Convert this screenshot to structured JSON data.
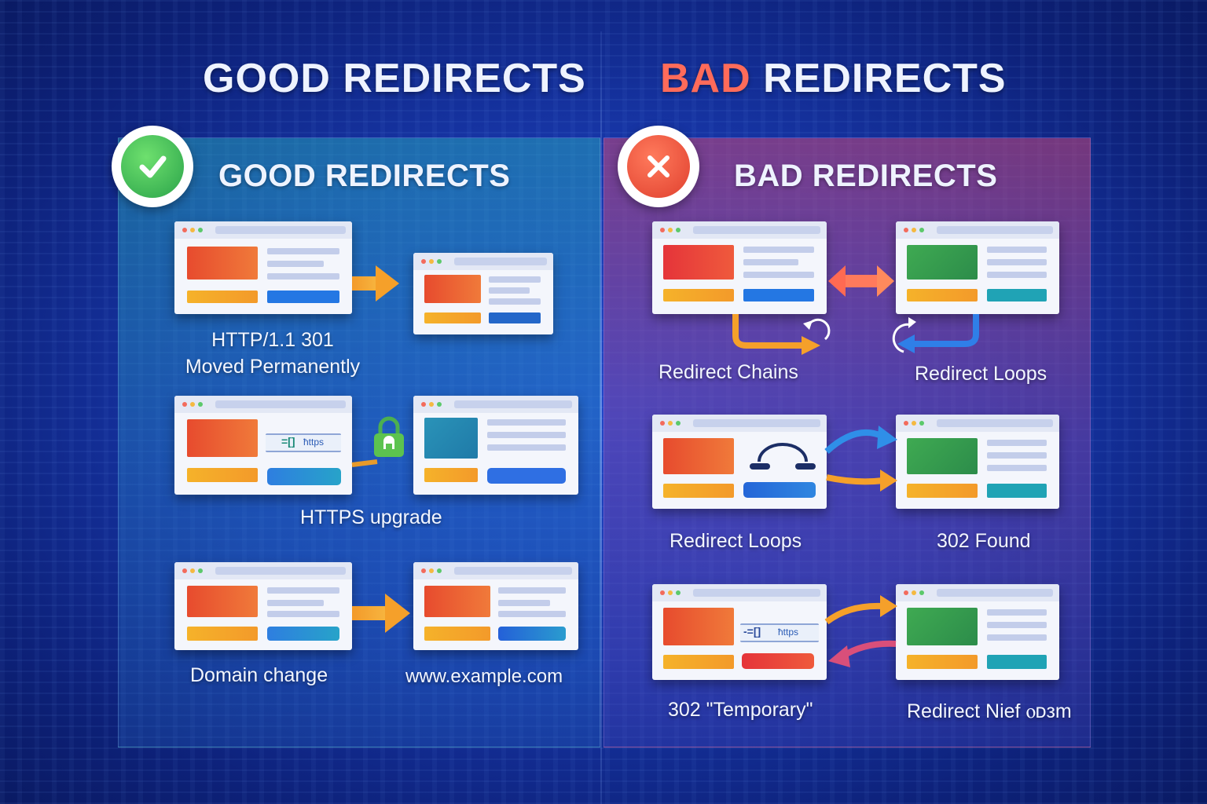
{
  "header": {
    "good_title": "GOOD REDIRECTS",
    "bad_title_word": "BAD",
    "bad_title_rest": " REDIRECTS"
  },
  "good_panel": {
    "title": "GOOD REDIRECTS",
    "icon": "check-icon",
    "examples": [
      {
        "label_line1": "HTTP/1.1 301",
        "label_line2": "Moved Permanently"
      },
      {
        "label": "HTTPS upgrade",
        "inline_text": "ħttps"
      },
      {
        "label_left": "Domain change",
        "label_right": "www.example.com"
      }
    ]
  },
  "bad_panel": {
    "title": "BAD REDIRECTS",
    "icon": "x-icon",
    "examples": [
      {
        "label_left": "Redirect Chains",
        "label_right": "Redirect Loops"
      },
      {
        "label_left": "Redirect Loops",
        "label_right": "302 Found"
      },
      {
        "label_left": "302 \"Temporary\"",
        "label_right": "Redirect Nief ⲟᴅᴈm",
        "inline_text": "ħttps"
      }
    ]
  },
  "colors": {
    "good_accent": "#2aa34a",
    "bad_accent": "#e0402e",
    "bad_title_red": "#ff6b5a",
    "arrow_orange": "#f5a02a",
    "arrow_blue": "#2f7fe8",
    "arrow_red": "#ff6a52"
  }
}
